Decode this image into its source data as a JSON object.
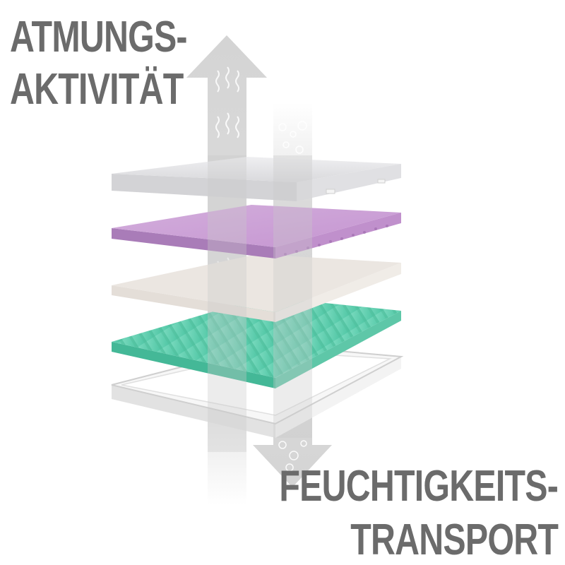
{
  "labels": {
    "breathability": [
      "ATMUNGS-",
      "AKTIVITÄT"
    ],
    "moisture_transport": [
      "FEUCHTIGKEITS-",
      "TRANSPORT"
    ]
  },
  "colors": {
    "label_text": "#6b6b6b",
    "arrow": "#d9d9d9",
    "layer_cover_top": "#e4e4e6",
    "layer_lavender": "#c9a0d4",
    "layer_cream": "#ebe6e1",
    "layer_mint": "#63d1b2",
    "layer_cover_bottom": "#eeeeee"
  },
  "icons": {
    "up_arrow": "wavy-air-up-arrow-icon",
    "down_arrow": "bubble-moisture-down-arrow-icon"
  }
}
